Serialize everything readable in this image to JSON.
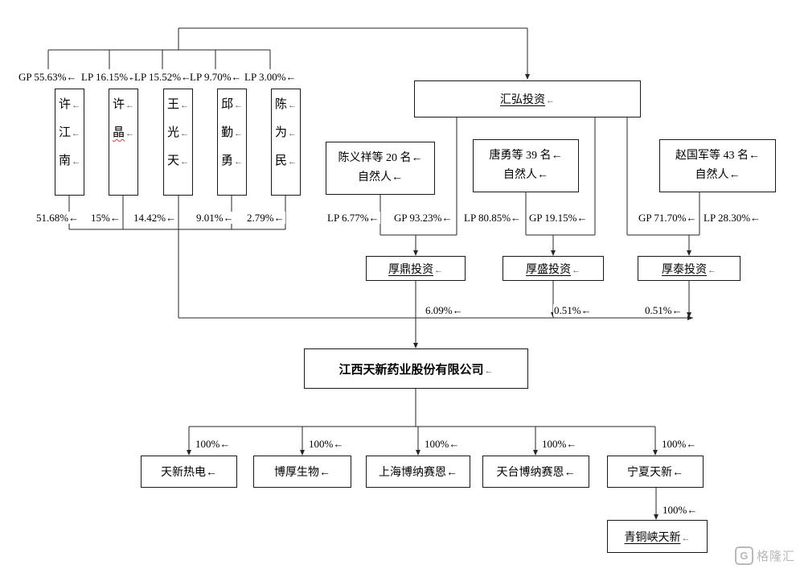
{
  "watermark": {
    "text": "格隆汇",
    "icon_letter": "G"
  },
  "diagram": {
    "top_partners": {
      "stakes": [
        "GP 55.63%←",
        "LP 16.15%←",
        "LP 15.52%←",
        "LP 9.70%←",
        "LP 3.00%←"
      ],
      "persons": [
        {
          "rows": [
            {
              "c": "许",
              "m": "←"
            },
            {
              "c": "江",
              "m": "←"
            },
            {
              "c": "南",
              "m": "←"
            }
          ],
          "direct_stake": "51.68%←"
        },
        {
          "rows": [
            {
              "c": "许",
              "m": "←"
            },
            {
              "c": "晶",
              "m": "←"
            }
          ],
          "direct_stake": "15%←"
        },
        {
          "rows": [
            {
              "c": "王",
              "m": "←"
            },
            {
              "c": "光",
              "m": "←"
            },
            {
              "c": "天",
              "m": "←"
            }
          ],
          "direct_stake": "14.42%←"
        },
        {
          "rows": [
            {
              "c": "邱",
              "m": "←"
            },
            {
              "c": "勤",
              "m": "←"
            },
            {
              "c": "勇",
              "m": "←"
            }
          ],
          "direct_stake": "9.01%←"
        },
        {
          "rows": [
            {
              "c": "陈",
              "m": "←"
            },
            {
              "c": "为",
              "m": "←"
            },
            {
              "c": "民",
              "m": "←"
            }
          ],
          "direct_stake": "2.79%←"
        }
      ]
    },
    "huihong": {
      "name": "汇弘投资",
      "mark": "←"
    },
    "fund_groups": [
      {
        "holder_line1": "陈义祥等 20 名←",
        "holder_line2": "自然人←",
        "left_label": "LP 6.77%←",
        "right_label": "GP 93.23%←",
        "fund_name": "厚鼎投资",
        "fund_mark": "←",
        "stake_in_company": "6.09%←"
      },
      {
        "holder_line1": "唐勇等 39 名←",
        "holder_line2": "自然人←",
        "left_label": "LP 80.85%←",
        "right_label": "GP 19.15%←",
        "fund_name": "厚盛投资",
        "fund_mark": "←",
        "stake_in_company": "0.51%←"
      },
      {
        "holder_line1": "赵国军等 43 名←",
        "holder_line2": "自然人←",
        "left_label": "GP 71.70%←",
        "right_label": "LP 28.30%←",
        "fund_name": "厚泰投资",
        "fund_mark": "←",
        "stake_in_company": "0.51%←"
      }
    ],
    "main_company": {
      "name": "江西天新药业股份有限公司",
      "mark": "←"
    },
    "subsidiaries": [
      {
        "name": "天新热电←",
        "pct": "100%←"
      },
      {
        "name": "博厚生物←",
        "pct": "100%←"
      },
      {
        "name": "上海博纳赛恩←",
        "pct": "100%←"
      },
      {
        "name": "天台博纳赛恩←",
        "pct": "100%←"
      },
      {
        "name": "宁夏天新←",
        "pct": "100%←"
      }
    ],
    "second_tier": {
      "name": "青铜峡天新",
      "mark": "←",
      "pct": "100%←"
    }
  }
}
